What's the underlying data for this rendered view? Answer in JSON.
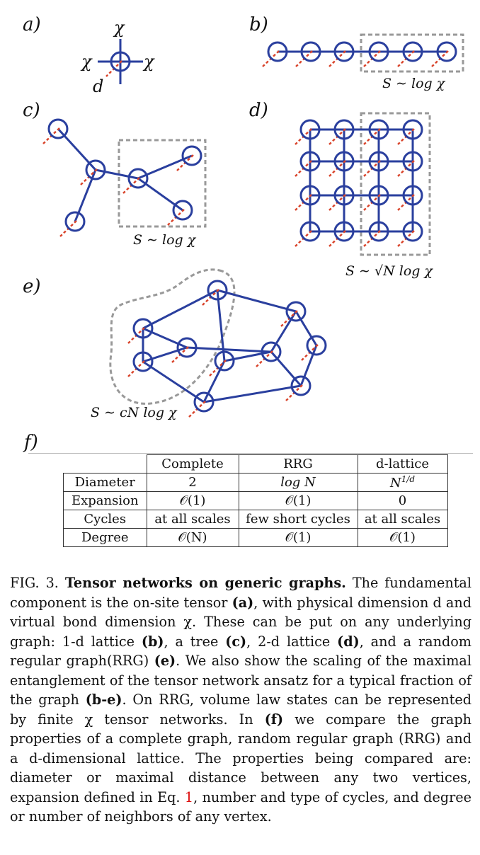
{
  "panels": {
    "a": {
      "label": "a)",
      "bond_top": "χ",
      "bond_left": "χ",
      "bond_right": "χ",
      "physical": "d"
    },
    "b": {
      "label": "b)",
      "formula": "S ∼ log χ"
    },
    "c": {
      "label": "c)",
      "formula": "S ∼ log χ"
    },
    "d": {
      "label": "d)",
      "formula": "S ∼ √N log χ"
    },
    "e": {
      "label": "e)",
      "formula": "S ∼ cN log χ"
    },
    "f": {
      "label": "f)"
    }
  },
  "colors": {
    "node": "#2a3f9e",
    "physical_leg": "#d9442b",
    "region": "#999999"
  },
  "table": {
    "headers": [
      "",
      "Complete",
      "RRG",
      "d-lattice"
    ],
    "rows": [
      {
        "label": "Diameter",
        "complete": "2",
        "rrg": "log N",
        "lattice": "N^{1/d}"
      },
      {
        "label": "Expansion",
        "complete": "𝒪(1)",
        "rrg": "𝒪(1)",
        "lattice": "0"
      },
      {
        "label": "Cycles",
        "complete": "at all scales",
        "rrg": "few short cycles",
        "lattice": "at all scales"
      },
      {
        "label": "Degree",
        "complete": "𝒪(N)",
        "rrg": "𝒪(1)",
        "lattice": "𝒪(1)"
      }
    ]
  },
  "caption": {
    "fig": "FIG. 3.",
    "title": "Tensor networks on generic graphs.",
    "t1": "The fundamental component is the on-site tensor",
    "a": "(a)",
    "t2": ", with physical dimension d and virtual bond dimension χ. These can be put on any underlying graph: 1-d lattice",
    "b": "(b)",
    "t3": ", a tree",
    "c": "(c)",
    "t4": ", 2-d lattice",
    "d": "(d)",
    "t5": ", and a random regular graph(RRG)",
    "e": "(e)",
    "t6": ". We also show the scaling of the maximal entanglement of the tensor network ansatz for a typical fraction of the graph",
    "be": "(b-e)",
    "t7": ". On RRG, volume law states can be represented by finite χ tensor networks. In",
    "f": "(f)",
    "t8": "we compare the graph properties of a complete graph, random regular graph (RRG) and a d-dimensional lattice. The properties being compared are: diameter or maximal distance between any two vertices, expansion defined in Eq.",
    "ref": "1",
    "t9": ", number and type of cycles, and degree or number of neighbors of any vertex."
  }
}
